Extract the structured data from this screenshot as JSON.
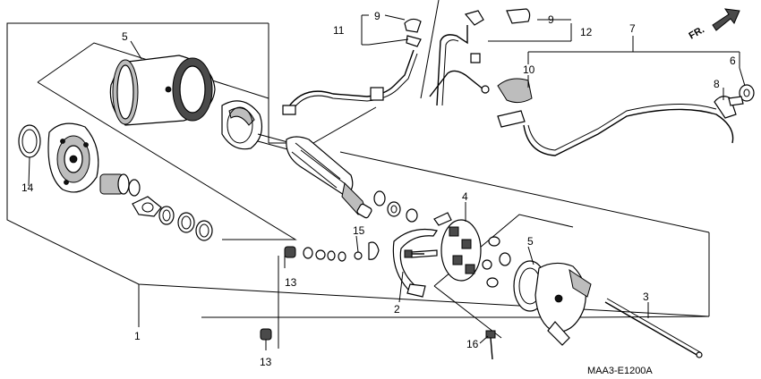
{
  "diagram": {
    "code": "MAA3-E1200A",
    "direction_label": "FR.",
    "callouts": [
      {
        "id": "c1",
        "text": "1"
      },
      {
        "id": "c2",
        "text": "2"
      },
      {
        "id": "c3",
        "text": "3"
      },
      {
        "id": "c4",
        "text": "4"
      },
      {
        "id": "c5a",
        "text": "5"
      },
      {
        "id": "c5b",
        "text": "5"
      },
      {
        "id": "c6",
        "text": "6"
      },
      {
        "id": "c7",
        "text": "7"
      },
      {
        "id": "c8",
        "text": "8"
      },
      {
        "id": "c9a",
        "text": "9"
      },
      {
        "id": "c9b",
        "text": "9"
      },
      {
        "id": "c10",
        "text": "10"
      },
      {
        "id": "c11",
        "text": "11"
      },
      {
        "id": "c12",
        "text": "12"
      },
      {
        "id": "c13a",
        "text": "13"
      },
      {
        "id": "c13b",
        "text": "13"
      },
      {
        "id": "c14",
        "text": "14"
      },
      {
        "id": "c15",
        "text": "15"
      },
      {
        "id": "c16",
        "text": "16"
      }
    ]
  }
}
